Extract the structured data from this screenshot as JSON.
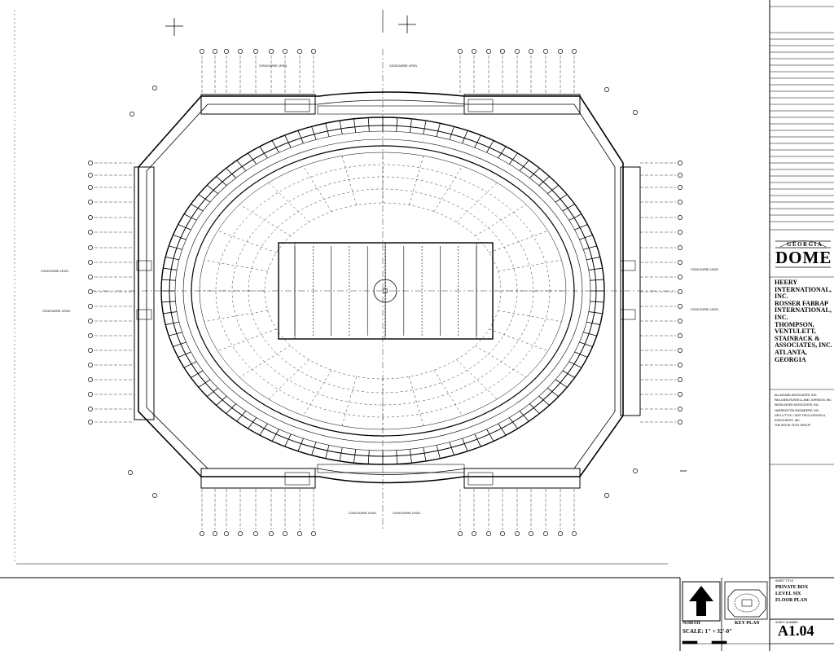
{
  "title_block": {
    "project_wordmark_top": "GEORGIA",
    "project_wordmark_main": "DOME",
    "firms": [
      "HEERY INTERNATIONAL, INC.",
      "ROSSER FABRAP INTERNATIONAL, INC.",
      "THOMPSON, VENTULETT, STAINBACK & ASSOCIATES, INC."
    ],
    "city": "ATLANTA,",
    "state": "GEORGIA",
    "consultants": [
      "ALLAN AND ASSOCIATES, INC.",
      "WILLIAMS-RUSSELL AND JOHNSON, INC.",
      "WEIDLINGER ASSOCIATES, INC.",
      "HARRINGTON ENGINEERS, INC.",
      "GEO-LITTLE / JUST FIELD DESIGN & ASSOCIATES, INC.",
      "THE ARCHI-TECH GROUP"
    ],
    "sheet_title_label": "SHEET TITLE",
    "sheet_title_lines": [
      "PRIVATE BOX",
      "LEVEL SIX",
      "FLOOR PLAN"
    ],
    "sheet_number_label": "SHEET NUMBER",
    "sheet_number": "A1.04",
    "key_plan_label": "KEY PLAN",
    "north_label": "NORTH",
    "scale_label": "SCALE:",
    "scale_value": "1\" = 32'-0\""
  },
  "plan_annotations": {
    "top_left_dim": "CONCOURSE LEVEL",
    "top_right_dim": "CONCOURSE LEVEL",
    "left_upper_note": "CONCOURSE LEVEL",
    "left_lower_note": "CONCOURSE LEVEL",
    "right_upper_note": "CONCOURSE LEVEL",
    "right_lower_note": "CONCOURSE LEVEL",
    "bottom_left_dim": "CONCOURSE LEVEL",
    "bottom_right_dim": "CONCOURSE LEVEL"
  },
  "colors": {
    "ink": "#000000",
    "paper": "#ffffff"
  }
}
